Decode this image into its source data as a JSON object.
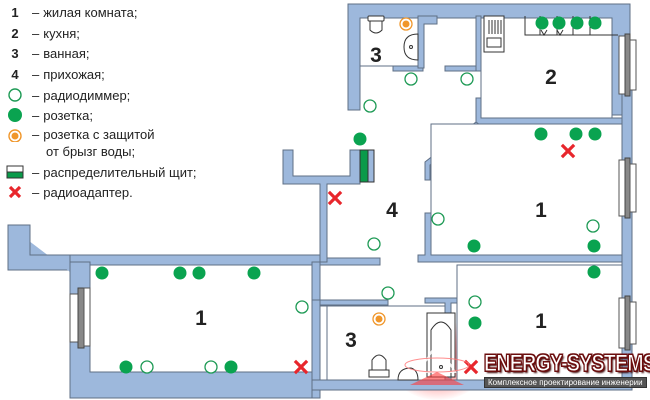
{
  "legend": [
    {
      "key": "1",
      "type": "number",
      "label": "жилая комната;"
    },
    {
      "key": "2",
      "type": "number",
      "label": "кухня;"
    },
    {
      "key": "3",
      "type": "number",
      "label": "ванная;"
    },
    {
      "key": "4",
      "type": "number",
      "label": "прихожая;"
    },
    {
      "key": "",
      "type": "radiodimmer",
      "label": "радиодиммер;"
    },
    {
      "key": "",
      "type": "socket",
      "label": "розетка;"
    },
    {
      "key": "",
      "type": "splash-socket",
      "label": "розетка с защитой",
      "label2": "от брызг воды;"
    },
    {
      "key": "",
      "type": "panel",
      "label": "распределительный щит;"
    },
    {
      "key": "",
      "type": "radioadapter",
      "label": "радиоадаптер."
    }
  ],
  "dash": "–",
  "rooms": [
    {
      "number": "3",
      "name": "ванная"
    },
    {
      "number": "2",
      "name": "кухня"
    },
    {
      "number": "4",
      "name": "прихожая"
    },
    {
      "number": "1",
      "name": "жилая комната"
    },
    {
      "number": "1",
      "name": "жилая комната"
    },
    {
      "number": "3",
      "name": "ванная"
    },
    {
      "number": "1",
      "name": "жилая комната"
    }
  ],
  "colors": {
    "wall": "#9db8dc",
    "wall_stroke": "#5f6f85",
    "socket": "#0aa350",
    "dimmer": "#1e9a55",
    "splash": "#f0962a",
    "adapter": "#e8262c",
    "panel_green": "#0a9a4a"
  },
  "watermark": {
    "title": "ENERGY-SYSTEMS",
    "subtitle": "Комплексное проектирование инженерии"
  }
}
